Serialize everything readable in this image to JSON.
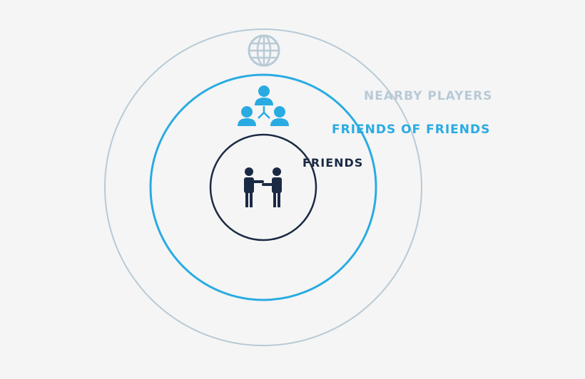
{
  "labels": {
    "nearby": "NEARBY PLAYERS",
    "friends_of_friends": "FRIENDS OF FRIENDS",
    "friends": "FRIENDS"
  },
  "colors": {
    "background": "#f5f5f5",
    "nearby": "#b8cad6",
    "friends_of_friends": "#29abe2",
    "friends": "#1b2a44"
  },
  "icons": {
    "nearby": "globe-icon",
    "friends_of_friends": "network-people-icon",
    "friends": "handshake-people-icon"
  }
}
